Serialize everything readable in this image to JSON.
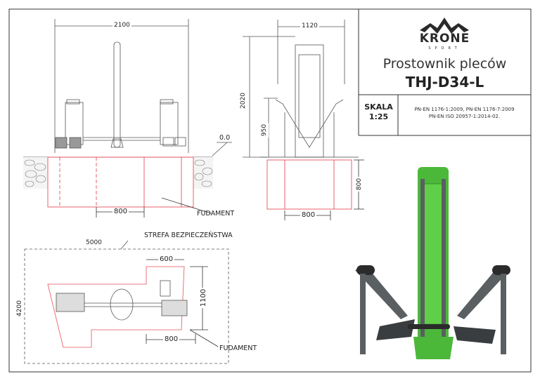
{
  "title_block": {
    "brand": "KRONE",
    "brand_sub": "SPORT",
    "product_name": "Prostownik pleców",
    "model": "THJ-D34-L",
    "scale_label": "SKALA",
    "scale_value": "1:25",
    "norms_line1": "PN-EN 1176-1:2009, PN-EN 1176-7:2009",
    "norms_line2": "PN-EN ISO 20957-1:2014-02."
  },
  "front_view": {
    "width_dim": "2100",
    "level": "0.0",
    "foundation_dim": "800",
    "foundation_label": "FUDAMENT"
  },
  "side_view": {
    "width_dim": "1120",
    "height_dim": "2020",
    "handle_height_dim": "950",
    "foundation_depth_dim": "800",
    "foundation_width_dim": "800"
  },
  "plan_view": {
    "zone_label": "STREFA BEZPIECZEŃSTWA",
    "zone_length": "5000",
    "zone_width": "4200",
    "dim_600": "600",
    "dim_1100": "1100",
    "dim_800": "800",
    "foundation_label": "FUDAMENT"
  },
  "colors": {
    "foundation": "#e8505b",
    "equipment_green": "#4cb83a",
    "frame_grey": "#5a5f62"
  }
}
